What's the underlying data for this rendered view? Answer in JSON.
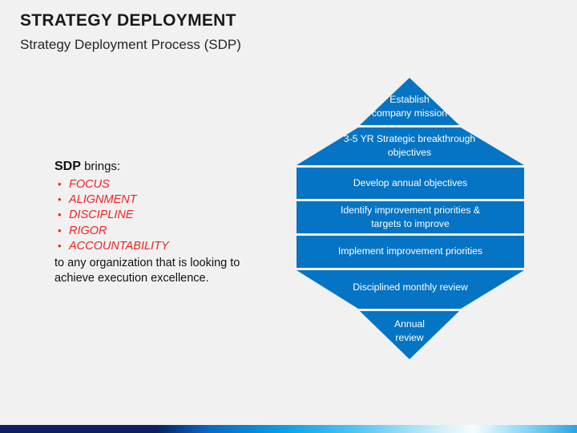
{
  "slide": {
    "background_color": "#f1f1f1",
    "title": "STRATEGY DEPLOYMENT",
    "subtitle": "Strategy Deployment Process (SDP)"
  },
  "left_block": {
    "lead_strong": "SDP",
    "lead_rest": " brings:",
    "bullets": [
      "FOCUS",
      "ALIGNMENT",
      "DISCIPLINE",
      "RIGOR",
      "ACCOUNTABILITY"
    ],
    "bullet_color": "#ee2222",
    "closing": "to any organization that is looking to achieve execution excellence."
  },
  "diagram": {
    "type": "diamond-stack",
    "shape_color": "#0574c4",
    "label_color": "#ffffff",
    "bands": [
      {
        "id": "band-1",
        "line1": "Establish",
        "line2": "company mission"
      },
      {
        "id": "band-2",
        "line1": "3-5 YR Strategic breakthrough",
        "line2": "objectives"
      },
      {
        "id": "band-3",
        "line1": "Develop annual objectives",
        "line2": ""
      },
      {
        "id": "band-4",
        "line1": "Identify improvement priorities &",
        "line2": "targets to improve"
      },
      {
        "id": "band-5",
        "line1": "Implement improvement priorities",
        "line2": ""
      },
      {
        "id": "band-6",
        "line1": "Disciplined monthly review",
        "line2": ""
      },
      {
        "id": "band-7",
        "line1": "Annual",
        "line2": "review"
      }
    ]
  },
  "footer": {
    "gradient_start": "#0b1f5e",
    "gradient_mid": "#0aa3e8",
    "gradient_end": "#2ba4e0"
  }
}
